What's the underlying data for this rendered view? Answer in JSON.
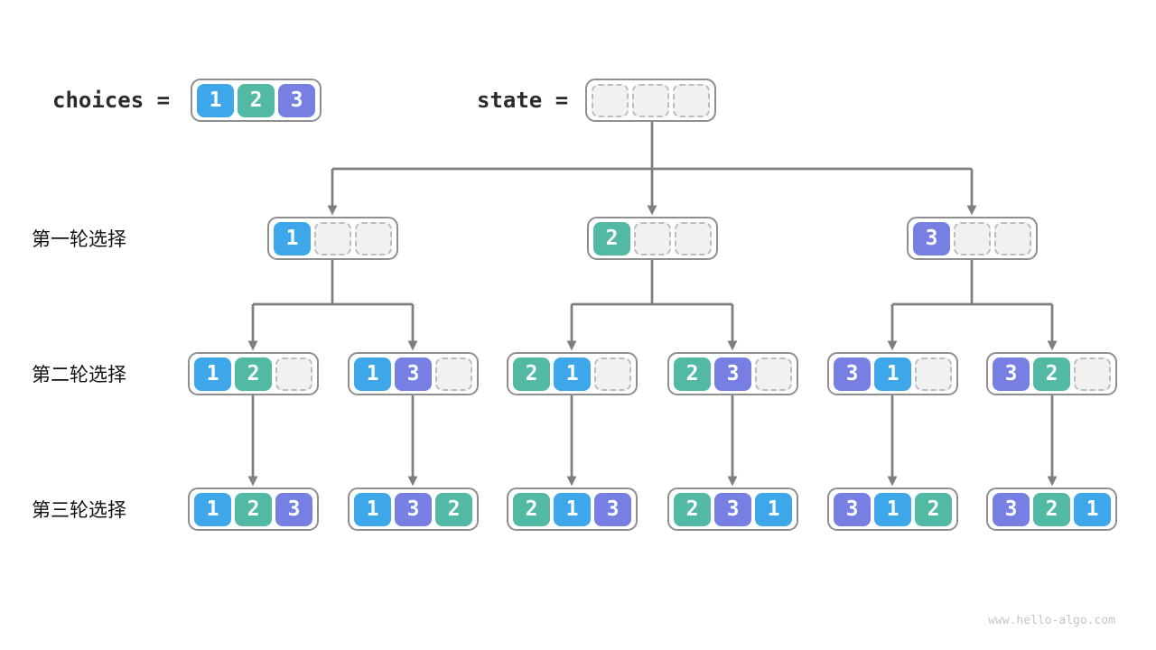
{
  "header": {
    "choices": {
      "label": "choices =",
      "cells": [
        {
          "value": "1",
          "color": "blue"
        },
        {
          "value": "2",
          "color": "teal"
        },
        {
          "value": "3",
          "color": "purple"
        }
      ]
    },
    "state": {
      "label": "state =",
      "cells": [
        {
          "value": "",
          "color": "empty"
        },
        {
          "value": "",
          "color": "empty"
        },
        {
          "value": "",
          "color": "empty"
        }
      ]
    }
  },
  "rows": [
    {
      "label": "第一轮选择",
      "nodes": [
        {
          "cells": [
            {
              "value": "1",
              "color": "blue"
            },
            {
              "value": "",
              "color": "empty"
            },
            {
              "value": "",
              "color": "empty"
            }
          ]
        },
        {
          "cells": [
            {
              "value": "2",
              "color": "teal"
            },
            {
              "value": "",
              "color": "empty"
            },
            {
              "value": "",
              "color": "empty"
            }
          ]
        },
        {
          "cells": [
            {
              "value": "3",
              "color": "purple"
            },
            {
              "value": "",
              "color": "empty"
            },
            {
              "value": "",
              "color": "empty"
            }
          ]
        }
      ]
    },
    {
      "label": "第二轮选择",
      "nodes": [
        {
          "cells": [
            {
              "value": "1",
              "color": "blue"
            },
            {
              "value": "2",
              "color": "teal"
            },
            {
              "value": "",
              "color": "empty"
            }
          ]
        },
        {
          "cells": [
            {
              "value": "1",
              "color": "blue"
            },
            {
              "value": "3",
              "color": "purple"
            },
            {
              "value": "",
              "color": "empty"
            }
          ]
        },
        {
          "cells": [
            {
              "value": "2",
              "color": "teal"
            },
            {
              "value": "1",
              "color": "blue"
            },
            {
              "value": "",
              "color": "empty"
            }
          ]
        },
        {
          "cells": [
            {
              "value": "2",
              "color": "teal"
            },
            {
              "value": "3",
              "color": "purple"
            },
            {
              "value": "",
              "color": "empty"
            }
          ]
        },
        {
          "cells": [
            {
              "value": "3",
              "color": "purple"
            },
            {
              "value": "1",
              "color": "blue"
            },
            {
              "value": "",
              "color": "empty"
            }
          ]
        },
        {
          "cells": [
            {
              "value": "3",
              "color": "purple"
            },
            {
              "value": "2",
              "color": "teal"
            },
            {
              "value": "",
              "color": "empty"
            }
          ]
        }
      ]
    },
    {
      "label": "第三轮选择",
      "nodes": [
        {
          "cells": [
            {
              "value": "1",
              "color": "blue"
            },
            {
              "value": "2",
              "color": "teal"
            },
            {
              "value": "3",
              "color": "purple"
            }
          ]
        },
        {
          "cells": [
            {
              "value": "1",
              "color": "blue"
            },
            {
              "value": "3",
              "color": "purple"
            },
            {
              "value": "2",
              "color": "teal"
            }
          ]
        },
        {
          "cells": [
            {
              "value": "2",
              "color": "teal"
            },
            {
              "value": "1",
              "color": "blue"
            },
            {
              "value": "3",
              "color": "purple"
            }
          ]
        },
        {
          "cells": [
            {
              "value": "2",
              "color": "teal"
            },
            {
              "value": "3",
              "color": "purple"
            },
            {
              "value": "1",
              "color": "blue"
            }
          ]
        },
        {
          "cells": [
            {
              "value": "3",
              "color": "purple"
            },
            {
              "value": "1",
              "color": "blue"
            },
            {
              "value": "2",
              "color": "teal"
            }
          ]
        },
        {
          "cells": [
            {
              "value": "3",
              "color": "purple"
            },
            {
              "value": "2",
              "color": "teal"
            },
            {
              "value": "1",
              "color": "blue"
            }
          ]
        }
      ]
    }
  ],
  "palette": {
    "blue": "#3DA7E9",
    "teal": "#52B9A4",
    "purple": "#7780E2",
    "empty_fill": "#F1F1F1",
    "empty_dash": "#BDBDBD",
    "node_border": "#8F8F8F",
    "arrow": "#7F7F7F"
  },
  "watermark": "www.hello-algo.com"
}
